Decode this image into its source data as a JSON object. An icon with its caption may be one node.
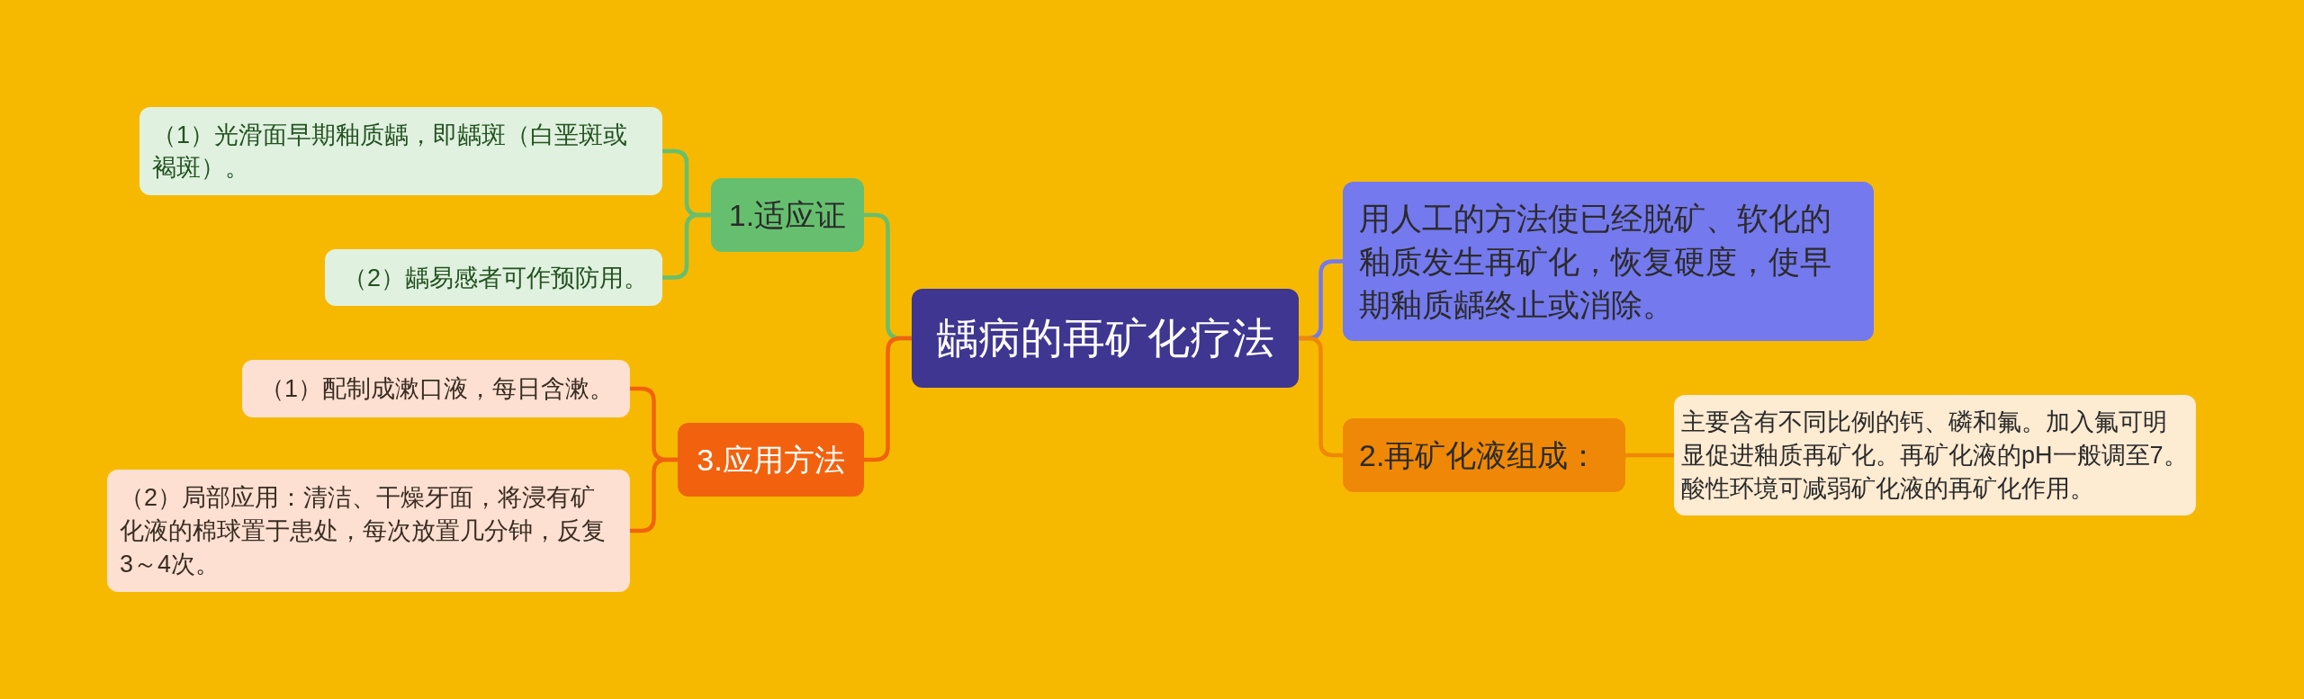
{
  "diagram": {
    "nodes": [
      {
        "text": [
          "龋病的再矿化疗法"
        ]
      },
      {
        "text": [
          "1.适应证"
        ]
      },
      {
        "text": [
          "（1）光滑面早期釉质龋，即龋斑（白垩斑或褐斑）。"
        ]
      },
      {
        "text": [
          "（2）龋易感者可作预防用。"
        ]
      },
      {
        "text": [
          "3.应用方法"
        ]
      },
      {
        "text": [
          "（1）配制成漱口液，每日含漱。"
        ]
      },
      {
        "text": [
          "（2）局部应用：清洁、干燥牙面，将浸有矿化液的棉球置于患处，每次放置几分钟，反复3～4次。"
        ]
      },
      {
        "text": [
          "用人工的方法使已经脱矿、软化的釉质发生再矿化，恢复硬度，使早期釉质龋终止或消除。"
        ]
      },
      {
        "text": [
          "2.再矿化液组成："
        ]
      },
      {
        "text": [
          "主要含有不同比例的钙、磷和氟。加入氟可明显促进釉质再矿化。再矿化液的pH一般调至7。酸性环境可减弱矿化液的再矿化作用。"
        ]
      }
    ],
    "edges": [
      {
        "from": 0,
        "to": 1,
        "arrow": "none",
        "color": "#66bf6e"
      },
      {
        "from": 1,
        "to": 2,
        "arrow": "none",
        "color": "#66bf6e"
      },
      {
        "from": 1,
        "to": 3,
        "arrow": "none",
        "color": "#66bf6e"
      },
      {
        "from": 0,
        "to": 4,
        "arrow": "none",
        "color": "#f2620e"
      },
      {
        "from": 4,
        "to": 5,
        "arrow": "none",
        "color": "#f2620e"
      },
      {
        "from": 4,
        "to": 6,
        "arrow": "none",
        "color": "#f2620e"
      },
      {
        "from": 0,
        "to": 7,
        "arrow": "none",
        "color": "#7479ee"
      },
      {
        "from": 0,
        "to": 8,
        "arrow": "none",
        "color": "#ef8806"
      },
      {
        "from": 8,
        "to": 9,
        "arrow": "none",
        "color": "#ef8806"
      }
    ]
  }
}
